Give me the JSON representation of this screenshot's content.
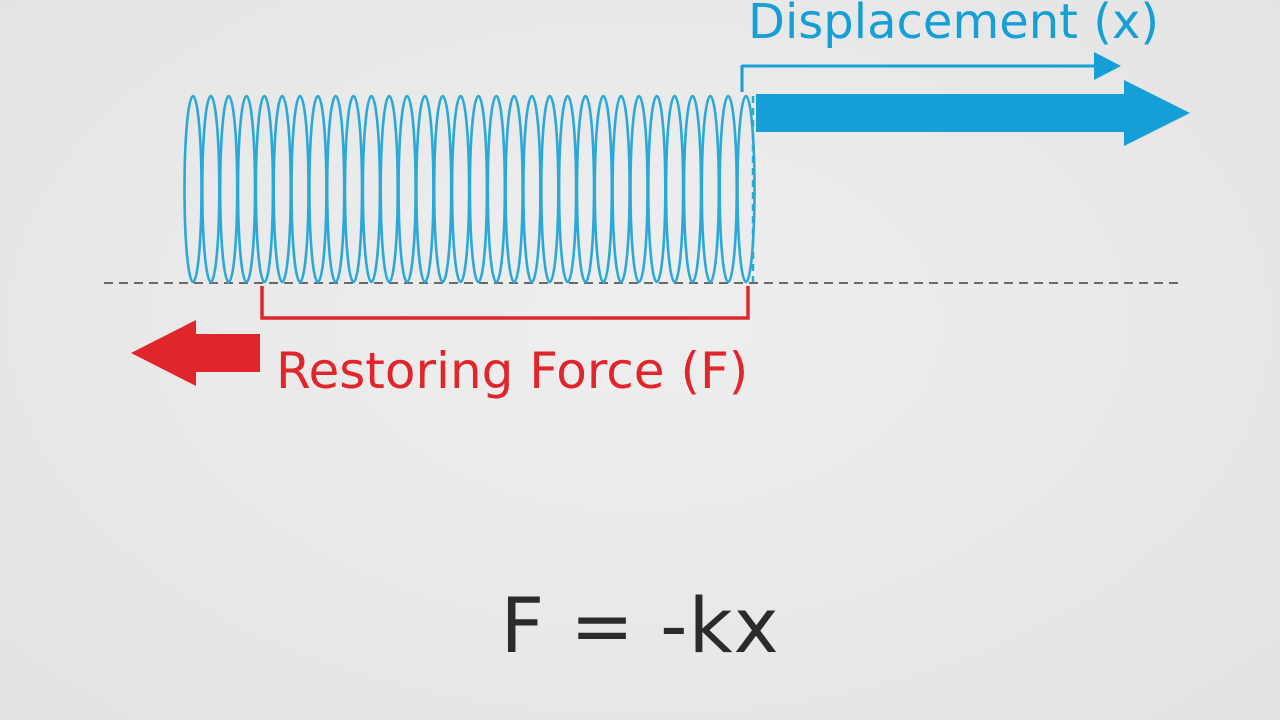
{
  "labels": {
    "displacement": "Displacement (x)",
    "restoring_force": "Restoring Force (F)",
    "formula": "F = -kx"
  },
  "spring": {
    "coil_count": 32
  },
  "colors": {
    "background": "#e9e9e9",
    "spring": "#2aa8d8",
    "displacement": "#169fd6",
    "force": "#e0262b",
    "equilibrium_line": "#6a6a6a",
    "formula_text": "#2b2b2b"
  },
  "icons": {
    "displacement_arrow": "arrow-right-icon",
    "force_arrow": "arrow-left-icon"
  }
}
